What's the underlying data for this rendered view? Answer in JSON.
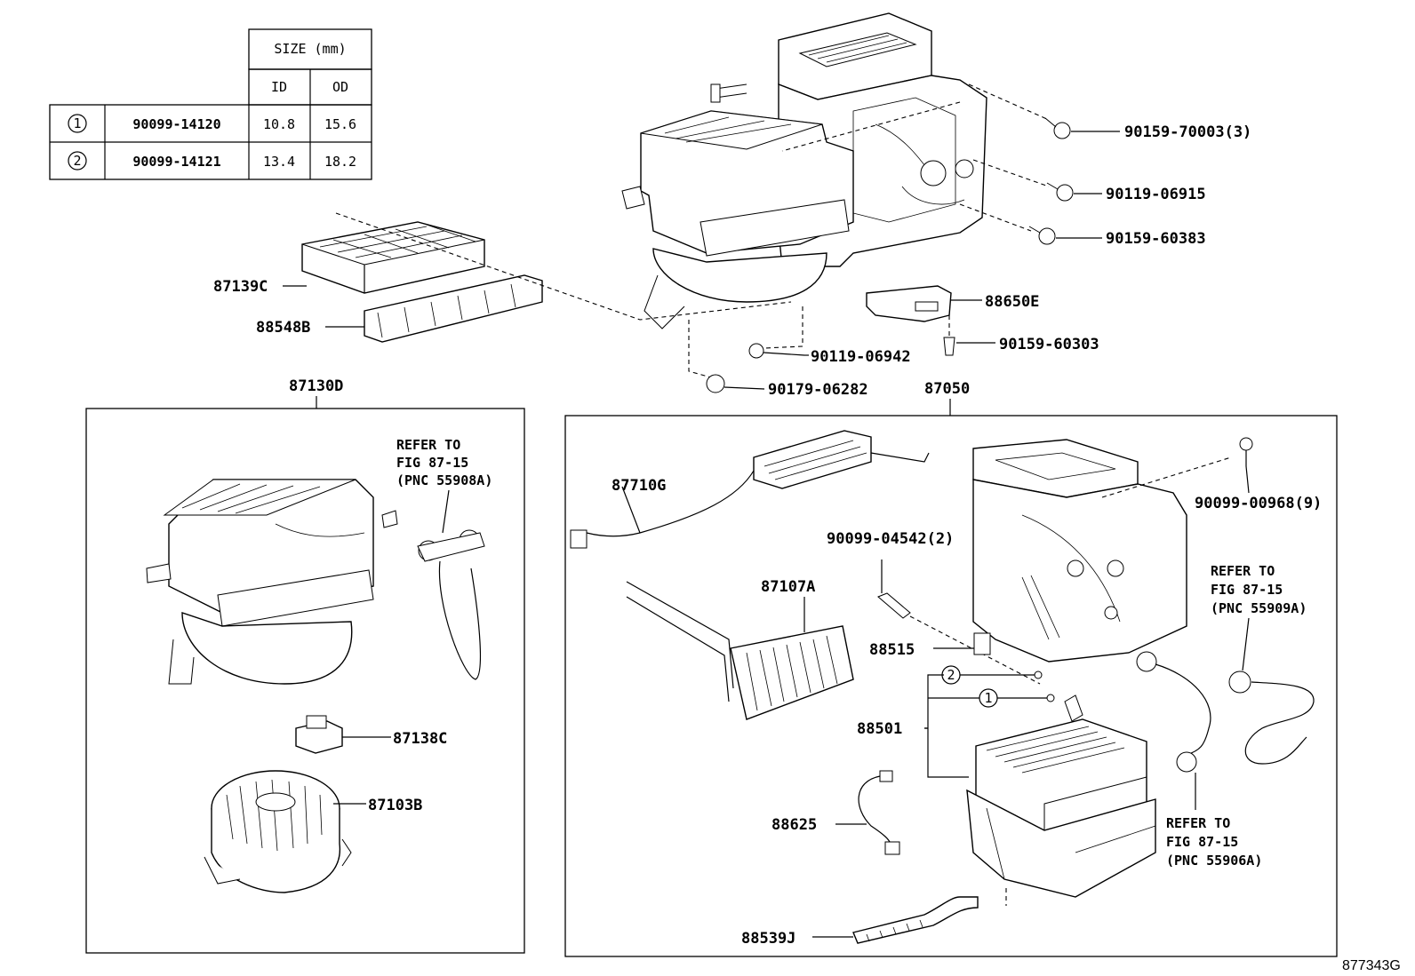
{
  "size_table": {
    "header": "SIZE (mm)",
    "col_id": "ID",
    "col_od": "OD",
    "rows": [
      {
        "mark": "1",
        "part": "90099-14120",
        "id": "10.8",
        "od": "15.6"
      },
      {
        "mark": "2",
        "part": "90099-14121",
        "id": "13.4",
        "od": "18.2"
      }
    ]
  },
  "labels": {
    "p90159_70003": "90159-70003(3)",
    "p90119_06915": "90119-06915",
    "p90159_60383": "90159-60383",
    "p88650E": "88650E",
    "p90159_60303": "90159-60303",
    "p90119_06942": "90119-06942",
    "p90179_06282": "90179-06282",
    "p87139C": "87139C",
    "p88548B": "88548B",
    "p87130D": "87130D",
    "p87050": "87050",
    "p87138C": "87138C",
    "p87103B": "87103B",
    "p87710G": "87710G",
    "p87107A": "87107A",
    "p90099_04542": "90099-04542(2)",
    "p90099_00968": "90099-00968(9)",
    "p88515": "88515",
    "p88501": "88501",
    "p88625": "88625",
    "p88539J": "88539J",
    "mark1": "1",
    "mark2": "2",
    "figure_id": "877343G"
  },
  "refer_notes": {
    "left": {
      "line1": "REFER TO",
      "line2": "FIG 87-15",
      "line3": "(PNC 55908A)"
    },
    "right_top": {
      "line1": "REFER TO",
      "line2": "FIG 87-15",
      "line3": "(PNC 55909A)"
    },
    "right_bottom": {
      "line1": "REFER TO",
      "line2": "FIG 87-15",
      "line3": "(PNC 55906A)"
    }
  }
}
